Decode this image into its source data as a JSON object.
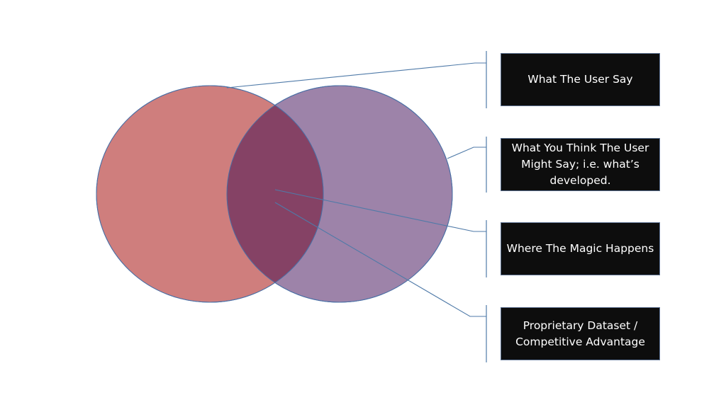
{
  "diagram": {
    "circles": [
      {
        "name": "left-circle",
        "fill": "#cd7b7b",
        "stroke": "#4a6fa5"
      },
      {
        "name": "right-circle",
        "fill": "#8c6a9b",
        "stroke": "#4a6fa5"
      }
    ],
    "intersection_fill": "#854265",
    "connector_color": "#4f7aa8",
    "box_fill": "#0d0d0d",
    "box_text_color": "#ffffff",
    "labels": [
      {
        "text": "What The User Say"
      },
      {
        "text": "What You Think The User Might Say; i.e. what’s developed."
      },
      {
        "text": "Where The Magic Happens"
      },
      {
        "text": "Proprietary Dataset / Competitive Advantage"
      }
    ]
  }
}
